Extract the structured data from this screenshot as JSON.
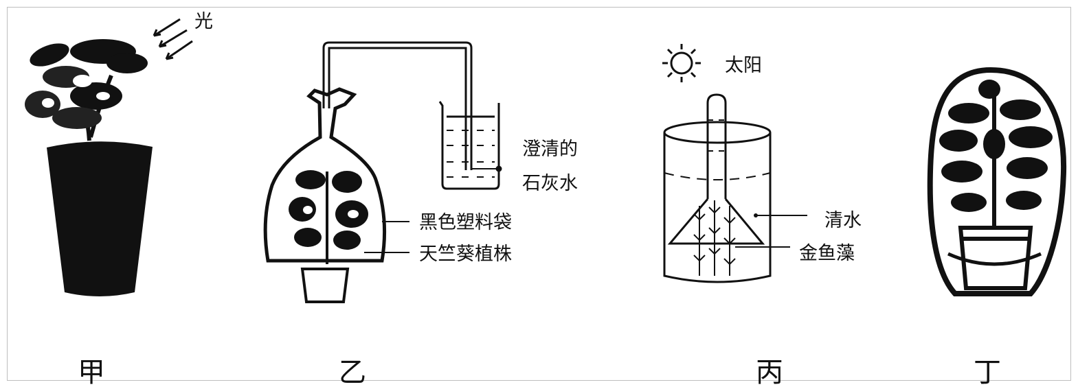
{
  "panels": [
    {
      "id": "jia",
      "caption": "甲",
      "labels": {
        "light": "光"
      }
    },
    {
      "id": "yi",
      "caption": "乙",
      "labels": {
        "limewater_1": "澄清的",
        "limewater_2": "石灰水",
        "bag": "黑色塑料袋",
        "plant": "天竺葵植株"
      }
    },
    {
      "id": "bing",
      "caption": "丙",
      "labels": {
        "sun": "太阳",
        "water": "清水",
        "algae": "金鱼藻"
      }
    },
    {
      "id": "ding",
      "caption": "丁",
      "labels": {}
    }
  ]
}
